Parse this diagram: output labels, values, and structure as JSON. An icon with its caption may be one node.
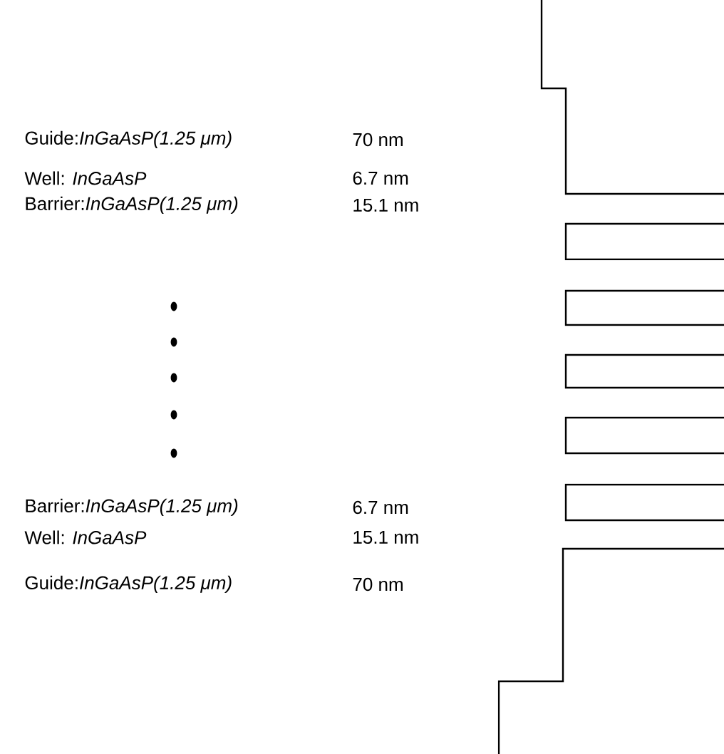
{
  "diagram": {
    "labels": [
      "Guide:*InGaAsP(1.25 μm)*",
      "70 nm",
      "Well: *InGaAsP*",
      "6.7 nm",
      "Barrier:*InGaAsP(1.25 μm)*",
      "15.1 nm",
      "Barrier:*InGaAsP(1.25 μm)*",
      "6.7 nm",
      "Well: *InGaAsP*",
      "15.1 nm",
      "Guide:*InGaAsP(1.25 μm)*",
      "70 nm"
    ]
  }
}
